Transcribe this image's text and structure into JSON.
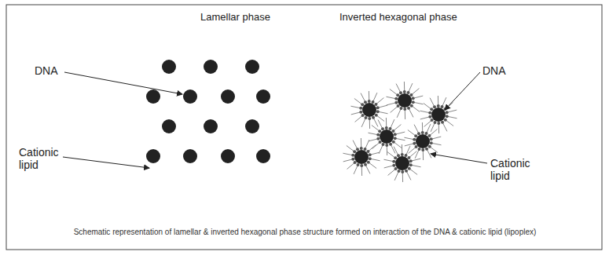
{
  "diagram": {
    "caption": "Schematic representation of lamellar & inverted hexagonal phase structure formed on interaction of the DNA & cationic lipid (lipoplex)",
    "labels": [
      "Lamellar phase",
      "Inverted hexagonal phase",
      "DNA",
      "Cationic lipid",
      "DNA",
      "Cationic lipid"
    ]
  }
}
